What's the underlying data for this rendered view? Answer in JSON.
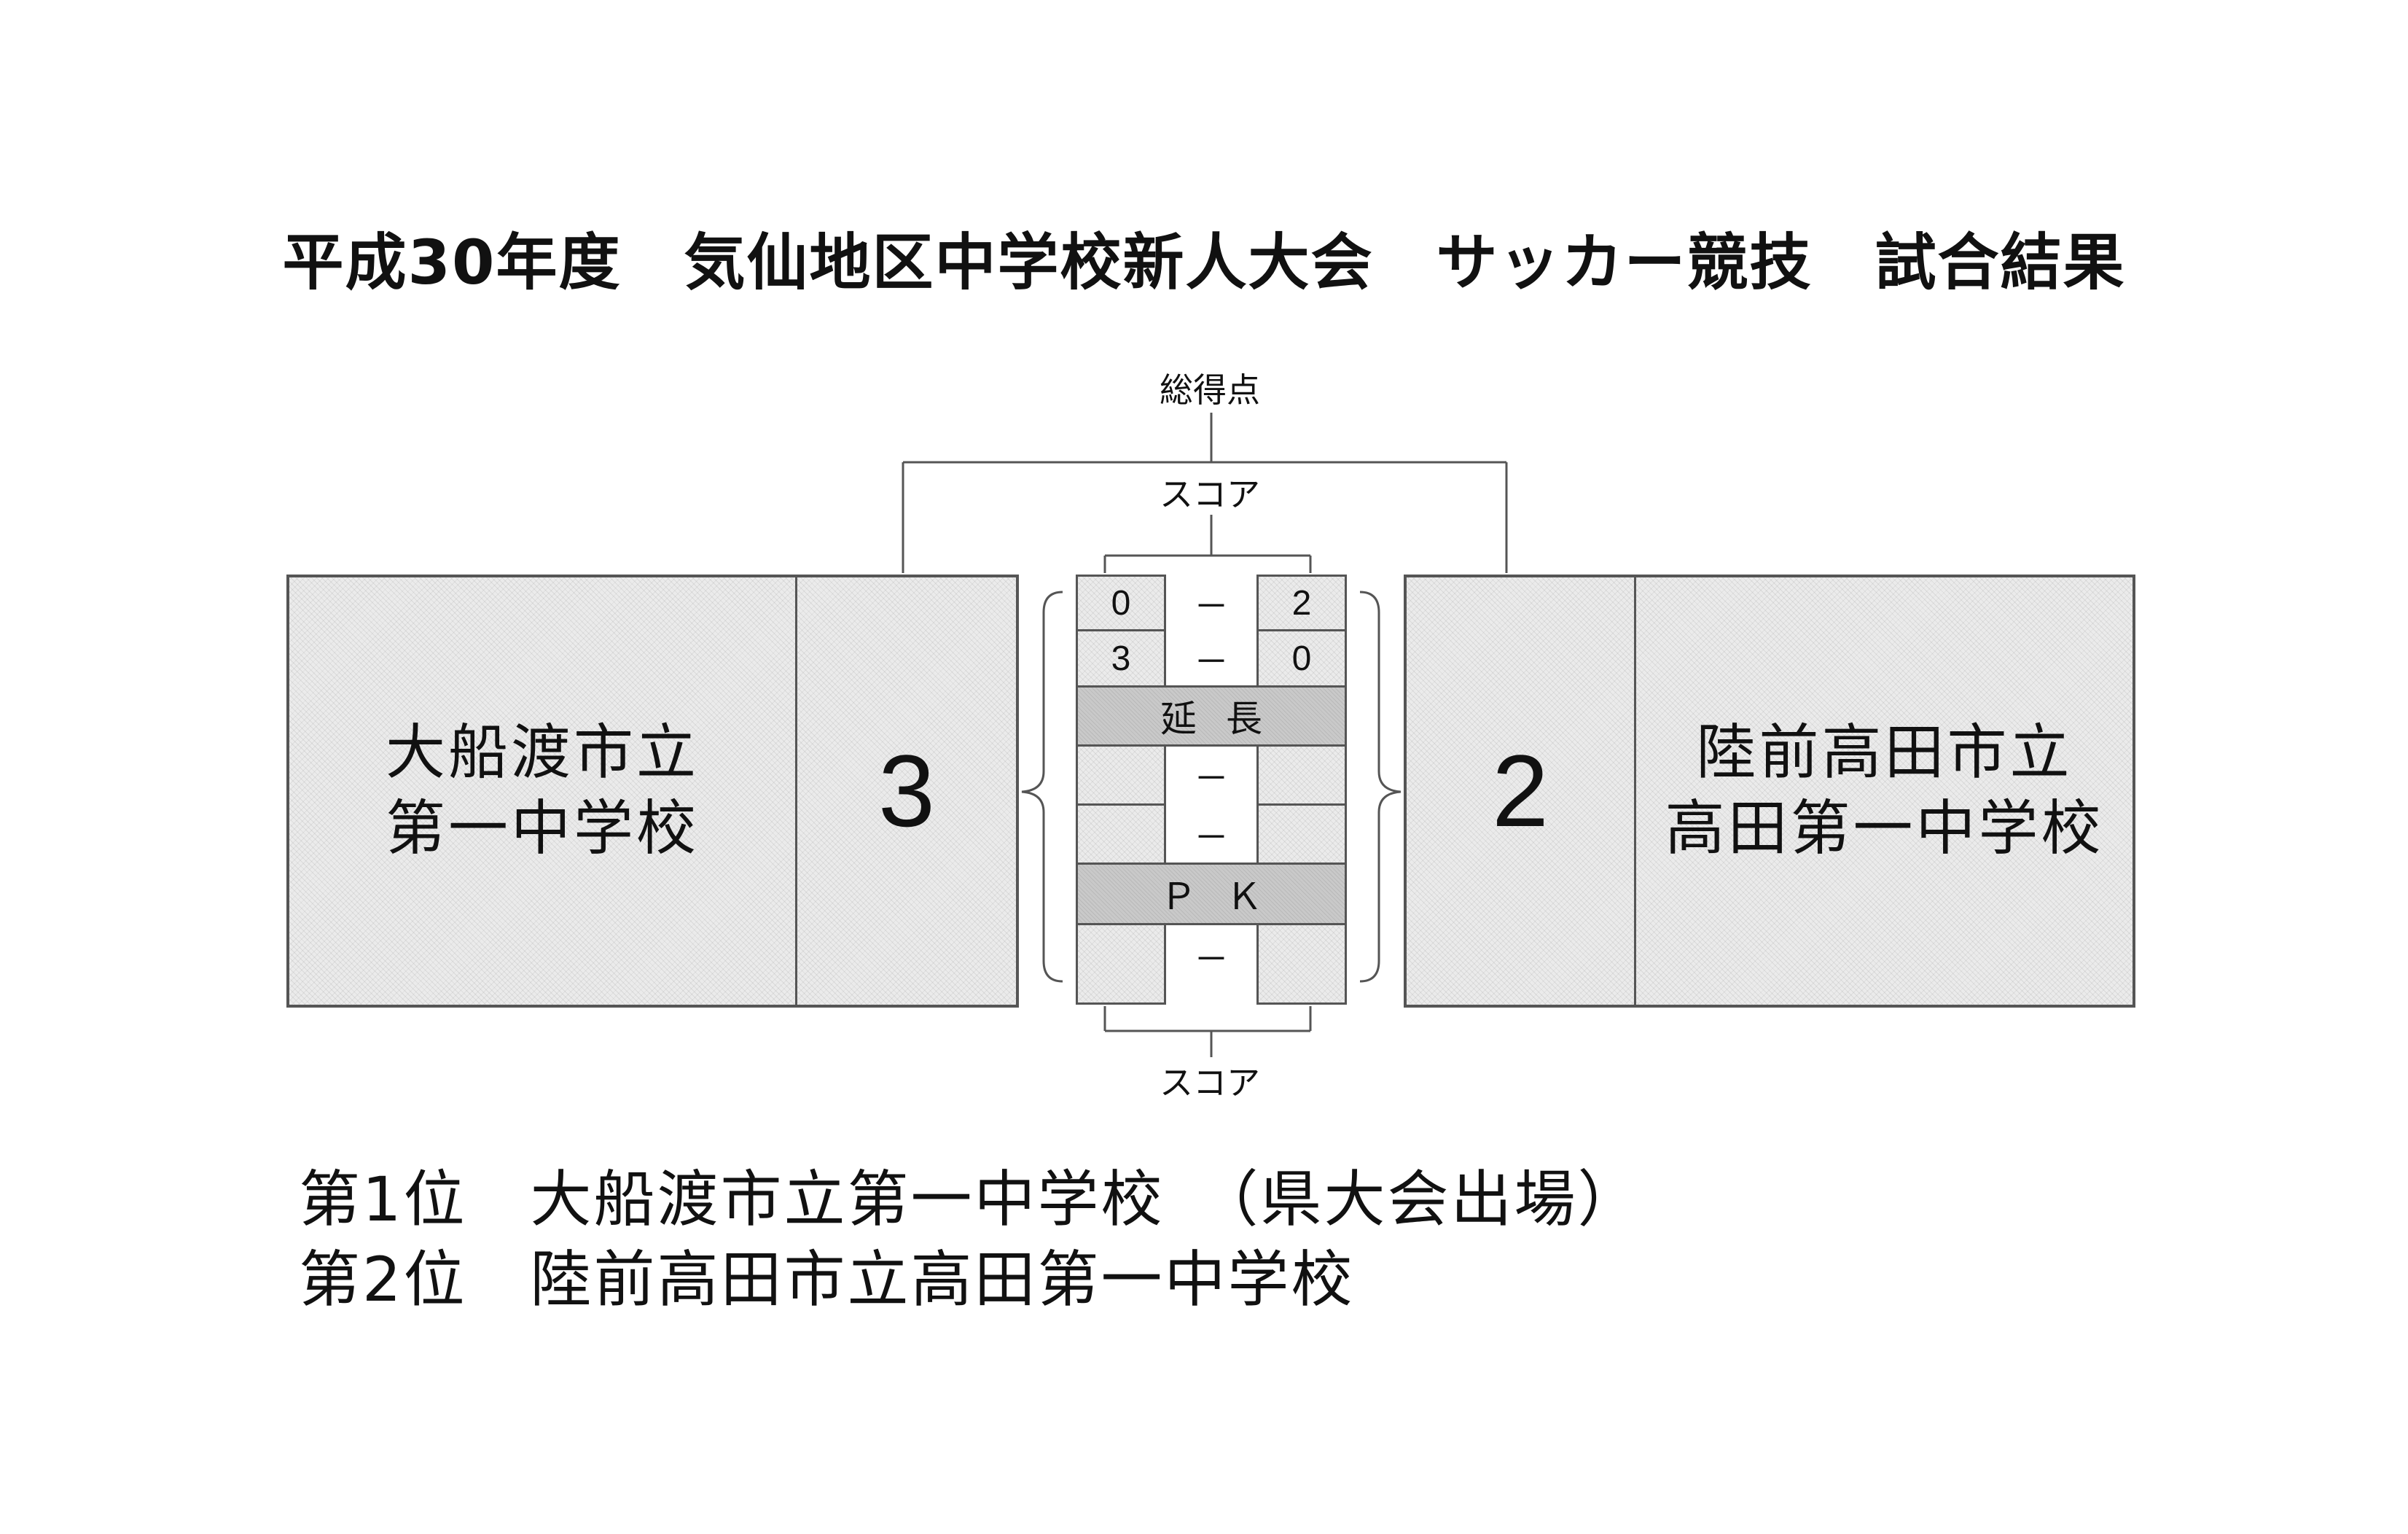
{
  "title": "平成30年度　気仙地区中学校新人大会　サッカー競技　試合結果",
  "labels": {
    "total_points": "総得点",
    "score_top": "スコア",
    "score_bottom": "スコア",
    "extra_time": "延長",
    "pk": "ＰＫ",
    "dash": "－"
  },
  "left_team": {
    "name_line1": "大船渡市立",
    "name_line2": "第一中学校",
    "total_score": "3"
  },
  "right_team": {
    "name_line1": "陸前高田市立",
    "name_line2": "高田第一中学校",
    "total_score": "2"
  },
  "periods": {
    "first_half": {
      "left": "0",
      "right": "2"
    },
    "second_half": {
      "left": "3",
      "right": "0"
    }
  },
  "results": {
    "first": "第1位　大船渡市立第一中学校　（県大会出場）",
    "second": "第2位　陸前高田市立高田第一中学校"
  }
}
